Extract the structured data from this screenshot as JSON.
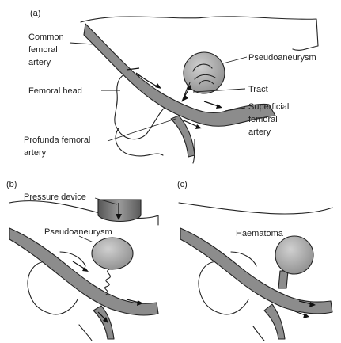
{
  "panels": {
    "a": {
      "letter": "(a)",
      "labels": {
        "common_femoral_artery": [
          "Common",
          "femoral",
          "artery"
        ],
        "femoral_head": "Femoral head",
        "profunda_femoral_artery": [
          "Profunda femoral",
          "artery"
        ],
        "pseudoaneurysm": "Pseudoaneurysm",
        "tract": "Tract",
        "superficial_femoral_artery": [
          "Superficial",
          "femoral",
          "artery"
        ]
      }
    },
    "b": {
      "letter": "(b)",
      "labels": {
        "pressure_device": "Pressure device",
        "pseudoaneurysm": "Pseudoaneurysm"
      }
    },
    "c": {
      "letter": "(c)",
      "labels": {
        "haematoma": "Haematoma"
      }
    }
  },
  "colors": {
    "vessel_fill": "#8c8c8c",
    "sac_fill": "#b3b3b3",
    "device_fill": "#7a7a7a",
    "line": "#222222"
  }
}
